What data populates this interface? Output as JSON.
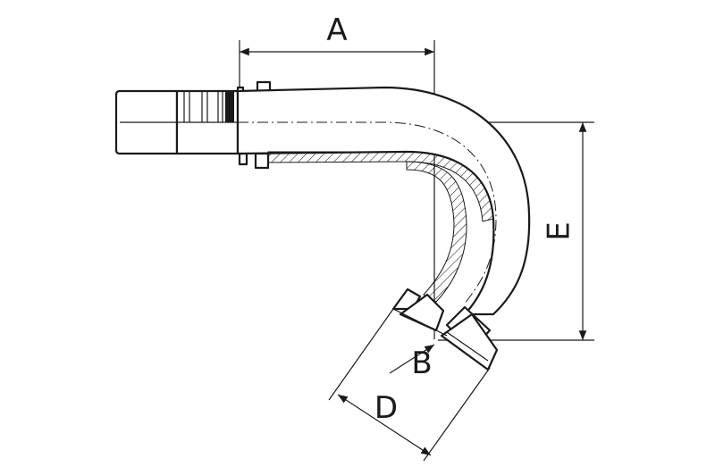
{
  "diagram": {
    "dimension_labels": {
      "a": "A",
      "b": "B",
      "d": "D",
      "e": "E"
    },
    "colors": {
      "line": "#1a1a1a",
      "background": "#ffffff"
    }
  }
}
